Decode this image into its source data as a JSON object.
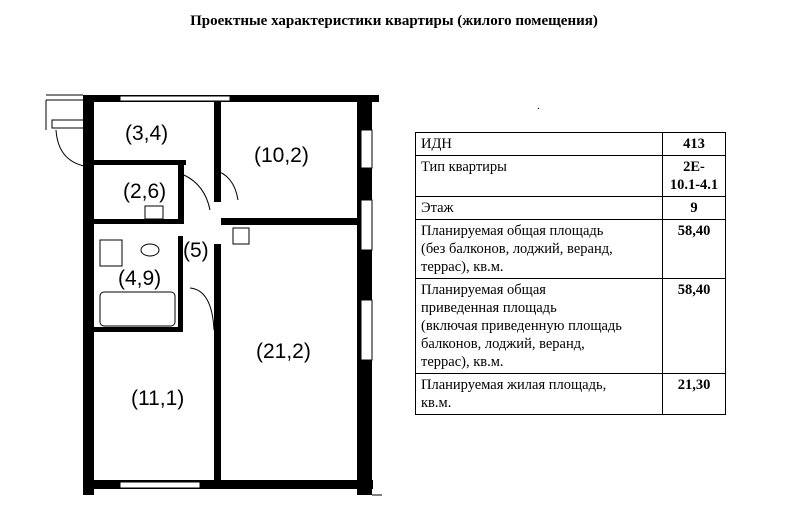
{
  "title": "Проектные характеристики квартиры (жилого помещения)",
  "dot": ".",
  "plan": {
    "rooms": {
      "hall_small": "(3,4)",
      "bedroom": "(10,2)",
      "toilet": "(2,6)",
      "corridor": "(5)",
      "bathroom": "(4,9)",
      "living": "(21,2)",
      "kitchen": "(11,1)"
    }
  },
  "specs": [
    {
      "label": "ИДН",
      "value": "413"
    },
    {
      "label": "Тип квартиры",
      "value": "2Е-\n10.1-4.1"
    },
    {
      "label": "Этаж",
      "value": "9"
    },
    {
      "label": "Планируемая общая площадь\n(без балконов, лоджий, веранд,\nтеррас), кв.м.",
      "value": "58,40"
    },
    {
      "label": "Планируемая общая\nприведенная площадь\n(включая приведенную площадь\nбалконов, лоджий, веранд,\nтеррас), кв.м.",
      "value": "58,40"
    },
    {
      "label": "Планируемая жилая площадь,\nкв.м.",
      "value": "21,30"
    }
  ]
}
